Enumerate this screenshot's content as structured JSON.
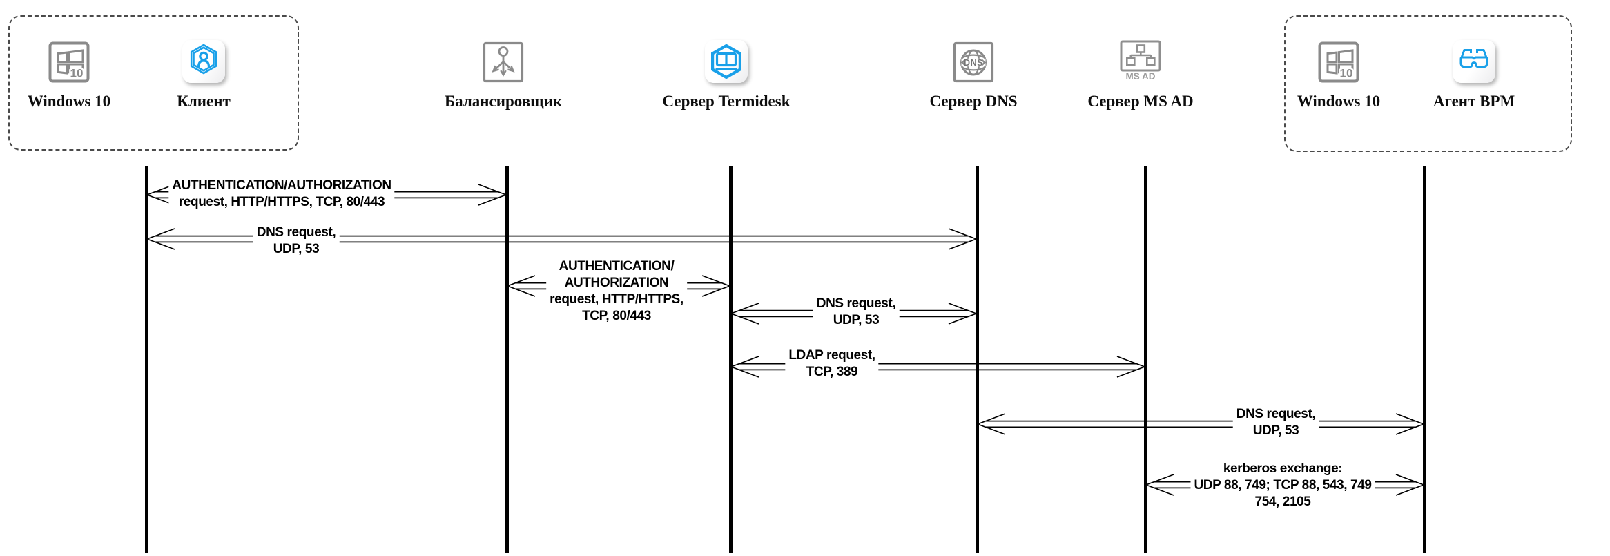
{
  "palette": {
    "accent_blue": "#19A0E9",
    "icon_gray": "#8A8A8A",
    "line_black": "#000000"
  },
  "nodes": [
    {
      "label": "Windows 10",
      "icon": "windows-10-icon",
      "badge": "10"
    },
    {
      "label": "Клиент",
      "icon": "client-app-icon"
    },
    {
      "label": "Балансировщик",
      "icon": "load-balancer-icon"
    },
    {
      "label": "Сервер Termidesk",
      "icon": "termidesk-server-icon"
    },
    {
      "label": "Сервер DNS",
      "icon": "dns-globe-icon",
      "icon_text": "DNS"
    },
    {
      "label": "Сервер MS AD",
      "icon": "ms-ad-tree-icon",
      "icon_text": "MS AD"
    },
    {
      "label": "Windows 10",
      "icon": "windows-10-icon",
      "badge": "10"
    },
    {
      "label": "Агент BPM",
      "icon": "bpm-agent-glasses-icon"
    }
  ],
  "messages": [
    {
      "from": "client",
      "to": "balancer",
      "lines": [
        "AUTHENTICATION/AUTHORIZATION",
        "request, HTTP/HTTPS, TCP, 80/443"
      ]
    },
    {
      "from": "client",
      "to": "dns",
      "lines": [
        "DNS request,",
        "UDP, 53"
      ]
    },
    {
      "from": "balancer",
      "to": "termidesk",
      "lines": [
        "AUTHENTICATION/",
        "AUTHORIZATION",
        "request, HTTP/HTTPS,",
        "TCP, 80/443"
      ]
    },
    {
      "from": "termidesk",
      "to": "dns",
      "lines": [
        "DNS request,",
        "UDP, 53"
      ]
    },
    {
      "from": "termidesk",
      "to": "msad",
      "lines": [
        "LDAP request,",
        "TCP, 389"
      ]
    },
    {
      "from": "dns",
      "to": "agent",
      "lines": [
        "DNS request,",
        "UDP, 53"
      ]
    },
    {
      "from": "msad",
      "to": "agent",
      "lines": [
        "kerberos exchange:",
        "UDP 88, 749; TCP 88, 543, 749",
        "754, 2105"
      ]
    }
  ]
}
